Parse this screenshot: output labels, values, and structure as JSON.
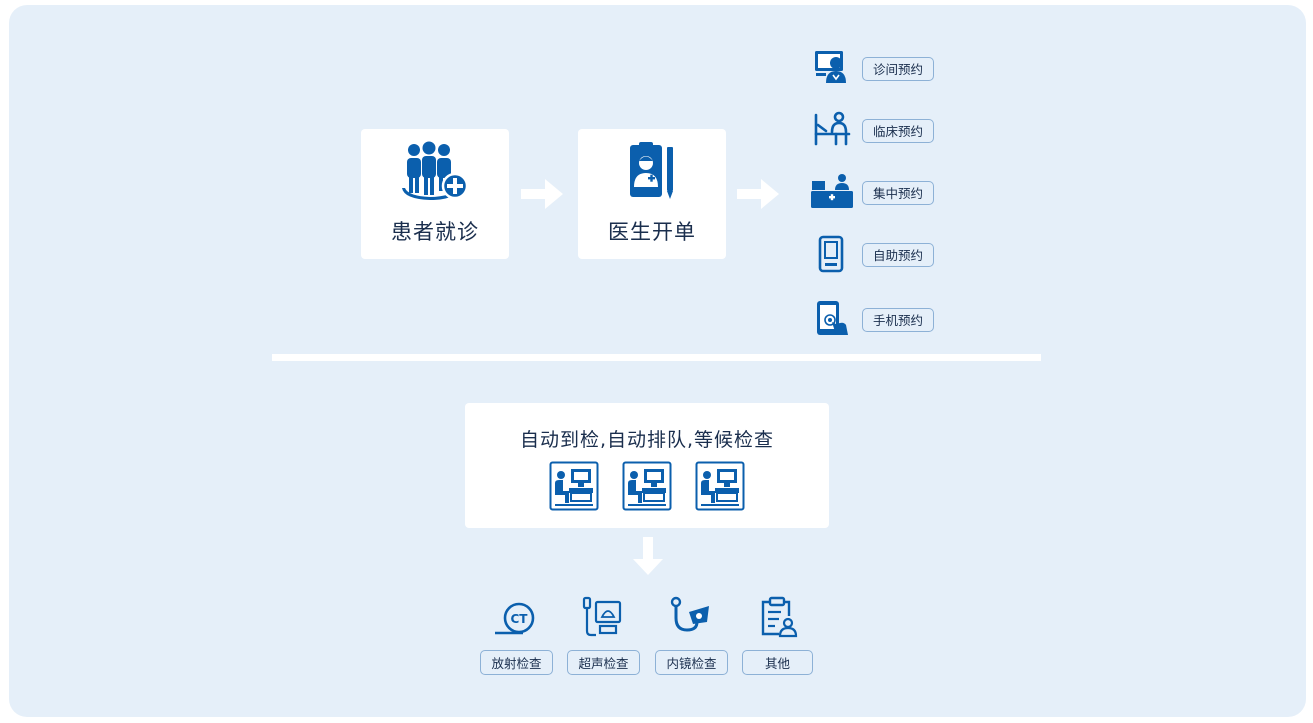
{
  "flow": {
    "patient_label": "患者就诊",
    "doctor_label": "医生开单"
  },
  "booking": {
    "options": [
      {
        "label": "诊间预约",
        "icon": "doctor-desk-icon"
      },
      {
        "label": "临床预约",
        "icon": "hospital-bed-icon"
      },
      {
        "label": "集中预约",
        "icon": "reception-desk-icon"
      },
      {
        "label": "自助预约",
        "icon": "kiosk-icon"
      },
      {
        "label": "手机预约",
        "icon": "mobile-phone-icon"
      }
    ]
  },
  "queue": {
    "title": "自动到检,自动排队,等候检查"
  },
  "exams": [
    {
      "label": "放射检查",
      "icon": "ct-scanner-icon"
    },
    {
      "label": "超声检查",
      "icon": "ultrasound-icon"
    },
    {
      "label": "内镜检查",
      "icon": "endoscope-icon"
    },
    {
      "label": "其他",
      "icon": "clipboard-user-icon"
    }
  ],
  "colors": {
    "primary": "#0b5fad",
    "background": "#e5eff9",
    "card": "#ffffff",
    "text": "#1a2e4d",
    "label_border": "#8db1d6"
  }
}
